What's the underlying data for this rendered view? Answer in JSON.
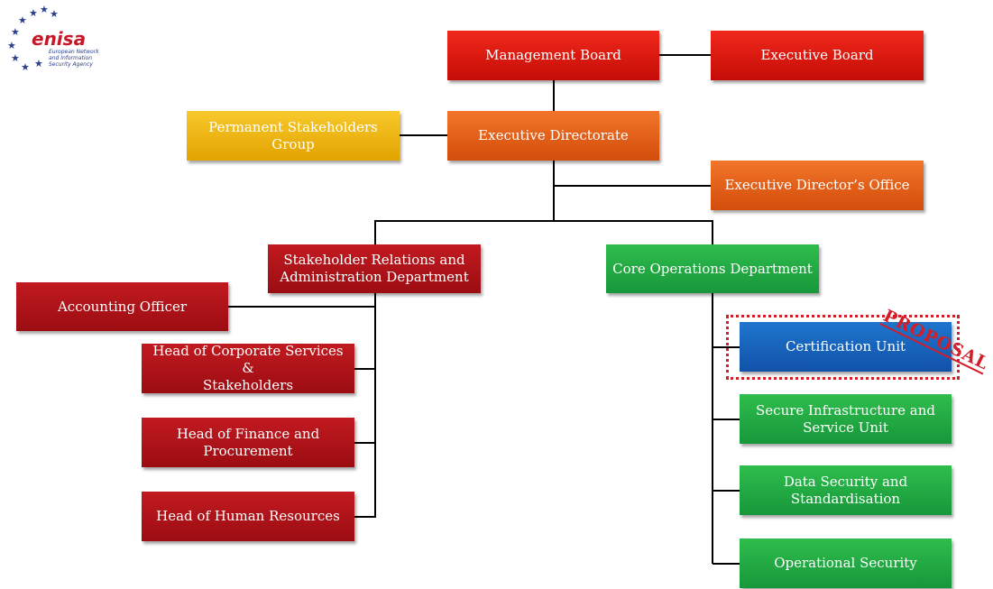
{
  "logo": {
    "wordmark": "enisa",
    "subtitle": "European Network\nand Information\nSecurity Agency"
  },
  "boxes": {
    "management_board": "Management Board",
    "executive_board": "Executive Board",
    "permanent_stakeholders_group": "Permanent Stakeholders Group",
    "executive_directorate": "Executive Directorate",
    "executive_directors_office": "Executive Director’s Office",
    "stakeholder_relations": "Stakeholder Relations and\nAdministration Department",
    "core_operations": "Core Operations Department",
    "accounting_officer": "Accounting Officer",
    "head_corporate_services": "Head of Corporate Services &\nStakeholders",
    "head_finance": "Head of Finance and\nProcurement",
    "head_hr": "Head of Human Resources",
    "certification_unit": "Certification Unit",
    "secure_infrastructure": "Secure Infrastructure and\nService Unit",
    "data_security": "Data Security and\nStandardisation",
    "operational_security": "Operational Security"
  },
  "proposal_label": "PROPOSAL",
  "colors": {
    "red": "#e0190f",
    "dark_red": "#b0141a",
    "orange": "#e8601b",
    "yellow": "#f2b715",
    "green": "#22ac43",
    "blue": "#1764bd",
    "proposal": "#d01f2a"
  }
}
